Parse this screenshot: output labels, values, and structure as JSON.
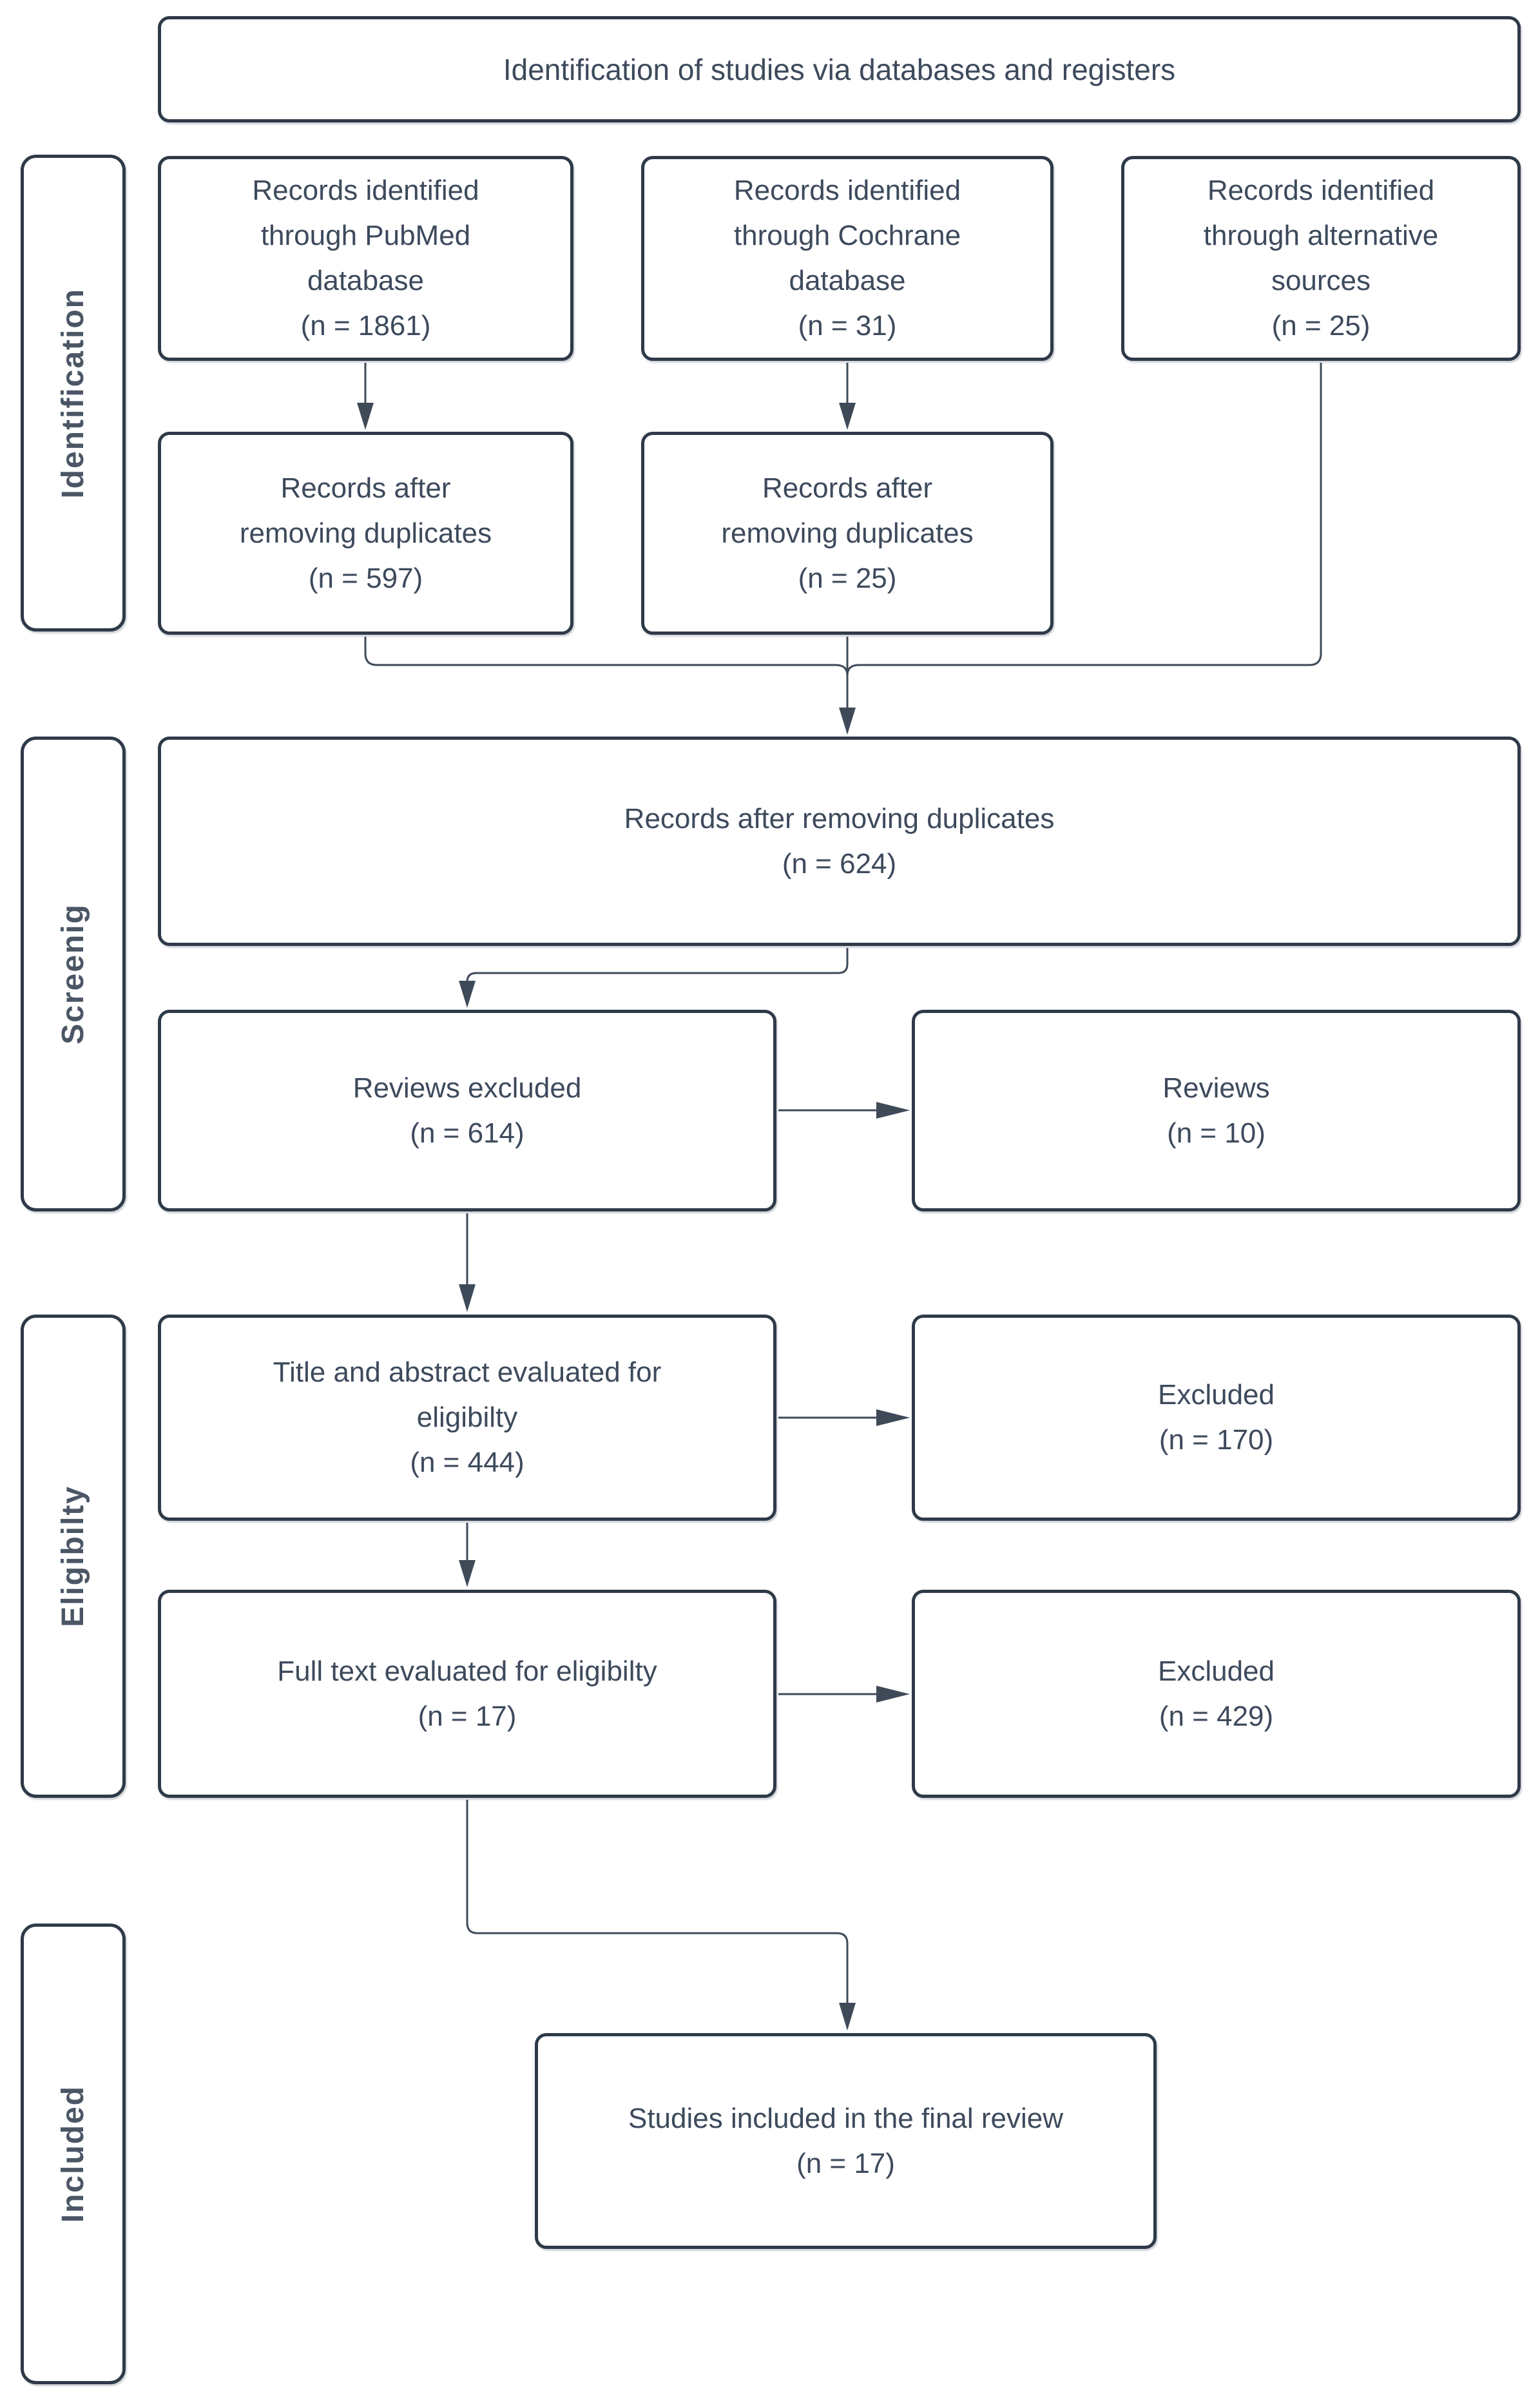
{
  "colors": {
    "box_border": "#2e3a48",
    "box_text": "#3d4a5c",
    "stage_label_text": "#4b5665",
    "connector": "#3e4a58",
    "background": "#ffffff"
  },
  "header": {
    "title": "Identification of studies via databases and registers"
  },
  "stages": {
    "identification": "Identification",
    "screening": "Screenig",
    "eligibility": "Eligibilty",
    "included": "Included"
  },
  "boxes": {
    "pubmed": {
      "label": "Records identified\nthrough PubMed\ndatabase",
      "count": "(n = 1861)"
    },
    "cochrane": {
      "label": "Records identified\nthrough Cochrane\ndatabase",
      "count": "(n = 31)"
    },
    "alternative": {
      "label": "Records identified\nthrough alternative\nsources",
      "count": "(n = 25)"
    },
    "dedup_pubmed": {
      "label": "Records after\nremoving duplicates",
      "count": "(n = 597)"
    },
    "dedup_cochrane": {
      "label": "Records after\nremoving duplicates",
      "count": "(n = 25)"
    },
    "dedup_combined": {
      "label": "Records after removing duplicates",
      "count": "(n = 624)"
    },
    "reviews_excluded": {
      "label": "Reviews excluded",
      "count": "(n = 614)"
    },
    "reviews": {
      "label": "Reviews",
      "count": "(n = 10)"
    },
    "title_abstract": {
      "label": "Title and abstract evaluated for\neligibilty",
      "count": "(n = 444)"
    },
    "excluded_title_abstract": {
      "label": "Excluded",
      "count": "(n = 170)"
    },
    "full_text": {
      "label": "Full text evaluated for eligibilty",
      "count": "(n = 17)"
    },
    "excluded_full_text": {
      "label": "Excluded",
      "count": "(n = 429)"
    },
    "included_final": {
      "label": "Studies included in the final review",
      "count": "(n = 17)"
    }
  }
}
